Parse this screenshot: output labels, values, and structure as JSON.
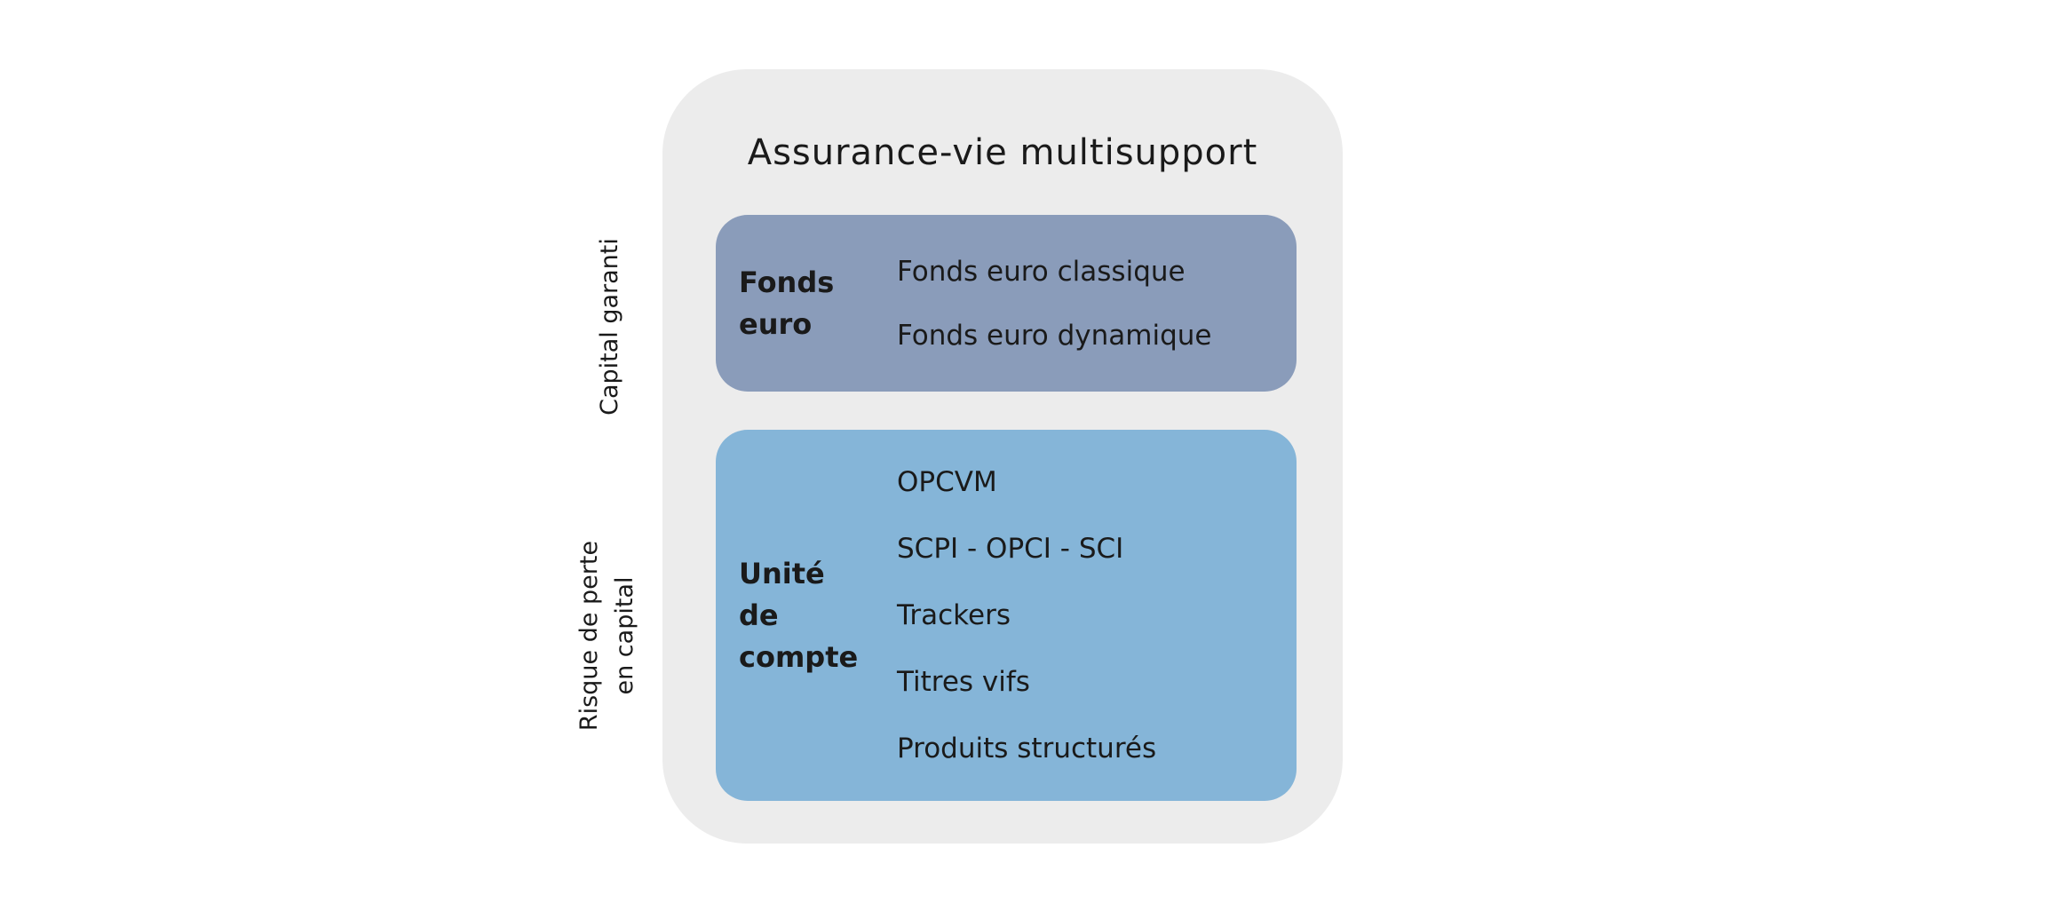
{
  "title": "Assurance-vie multisupport",
  "side_labels": {
    "capital_garanti": "Capital garanti",
    "risque_line1": "Risque de perte",
    "risque_line2": "en capital"
  },
  "fonds_euro": {
    "label": "Fonds euro",
    "items": [
      "Fonds euro classique",
      "Fonds euro dynamique"
    ]
  },
  "unite_de_compte": {
    "label": "Unité de compte",
    "items": [
      "OPCVM",
      "SCPI - OPCI - SCI",
      "Trackers",
      "Titres vifs",
      "Produits structurés"
    ]
  },
  "colors": {
    "panel_bg": "#ECECEC",
    "fonds_euro_bg": "#8A9CBA",
    "unite_de_compte_bg": "#85B5D8",
    "text": "#1A1A1A"
  }
}
